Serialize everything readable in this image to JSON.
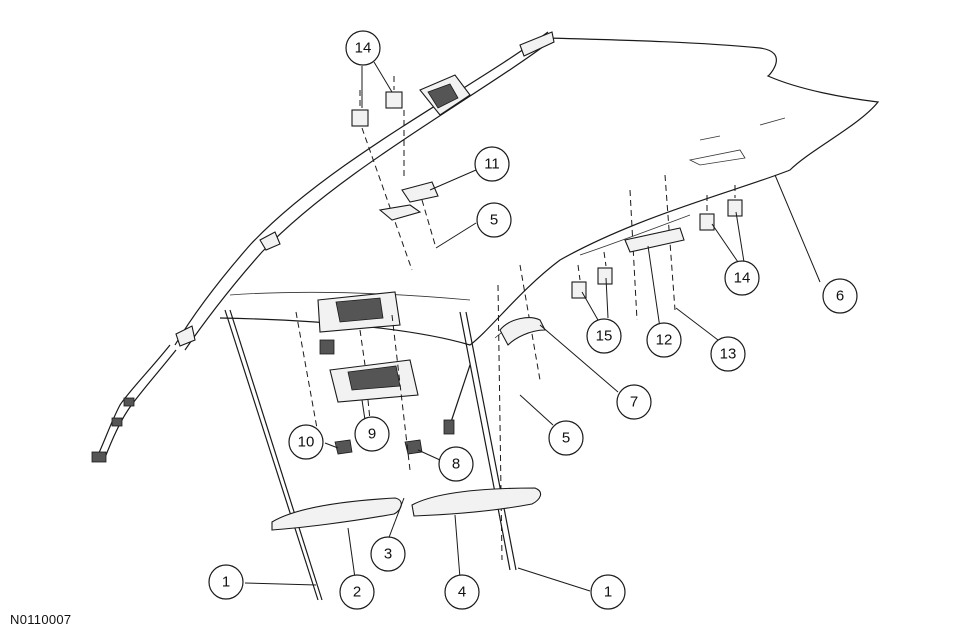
{
  "figure": {
    "id": "N0110007"
  },
  "callouts": [
    {
      "label": "14"
    },
    {
      "label": "11"
    },
    {
      "label": "5"
    },
    {
      "label": "6"
    },
    {
      "label": "14"
    },
    {
      "label": "15"
    },
    {
      "label": "12"
    },
    {
      "label": "13"
    },
    {
      "label": "7"
    },
    {
      "label": "5"
    },
    {
      "label": "9"
    },
    {
      "label": "10"
    },
    {
      "label": "8"
    },
    {
      "label": "3"
    },
    {
      "label": "1"
    },
    {
      "label": "2"
    },
    {
      "label": "4"
    },
    {
      "label": "1"
    }
  ]
}
